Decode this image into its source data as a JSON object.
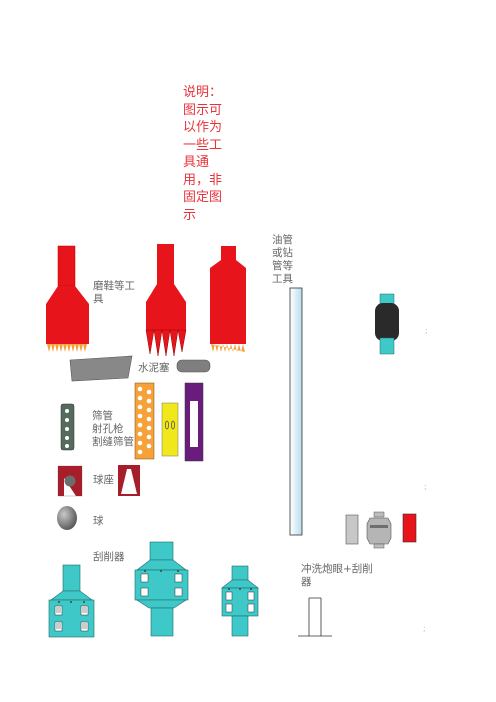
{
  "note": "说明：图示可以作为一些工具通用，非固定图示",
  "labels": {
    "mill_shoe": "磨鞋等工具",
    "cement_plug": "水泥塞",
    "screen": "筛管",
    "perforating_gun": "射孔枪",
    "slotted_screen": "割缝筛管",
    "ball_seat": "球座",
    "ball": "球",
    "scraper": "刮削器",
    "tubing": "油管或钻管等工具",
    "flush_scraper": "冲洗炮眼+刮削器"
  },
  "colors": {
    "red": "#e8141c",
    "cyan": "#3ec9c8",
    "orange": "#f7a13b",
    "gray": "#7f7f7f",
    "note": "#e8333a",
    "purple": "#6a1c7d",
    "yellow": "#f0e81a"
  }
}
